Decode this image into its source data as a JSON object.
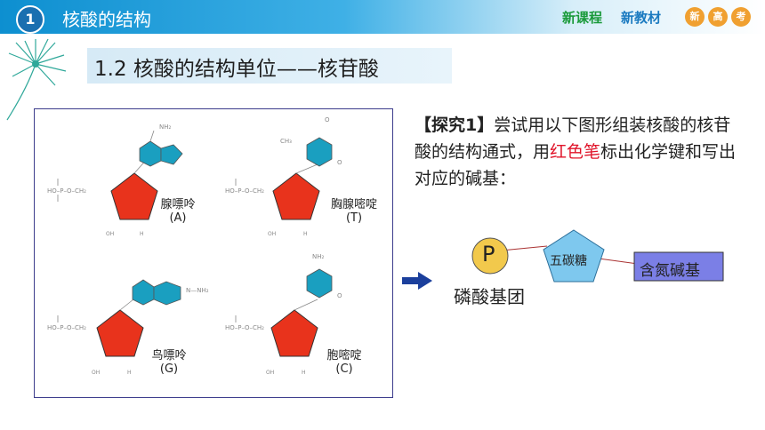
{
  "header": {
    "number": "1",
    "title": "核酸的结构",
    "brand_green": "新课程",
    "brand_blue": "新教材",
    "chips": [
      "新",
      "高",
      "考"
    ]
  },
  "section": {
    "title": "1.2 核酸的结构单位——核苷酸"
  },
  "figure": {
    "items": [
      {
        "name": "腺嘌呤",
        "code": "(A)"
      },
      {
        "name": "胸腺嘧啶",
        "code": "(T)"
      },
      {
        "name": "鸟嘌呤",
        "code": "(G)"
      },
      {
        "name": "胞嘧啶",
        "code": "(C)"
      }
    ]
  },
  "explore": {
    "prefix": "【探究1】",
    "text1": "尝试用以下图形组装核酸的核苷酸的结构通式，用",
    "red": "红色笔",
    "text2": "标出化学键和写出对应的碱基："
  },
  "diagram": {
    "phosphate_letter": "P",
    "phosphate_label": "磷酸基团",
    "sugar_label": "五碳糖",
    "base_label": "含氮碱基"
  },
  "colors": {
    "header_blue": "#0d8fd0",
    "sugar_red": "#e8331c",
    "base_teal": "#1a9fc0",
    "phosphate_yellow": "#f2c94c",
    "pentagon_blue": "#7ec8ee",
    "base_box": "#7b7fe6",
    "highlight_red": "#e0142a"
  }
}
